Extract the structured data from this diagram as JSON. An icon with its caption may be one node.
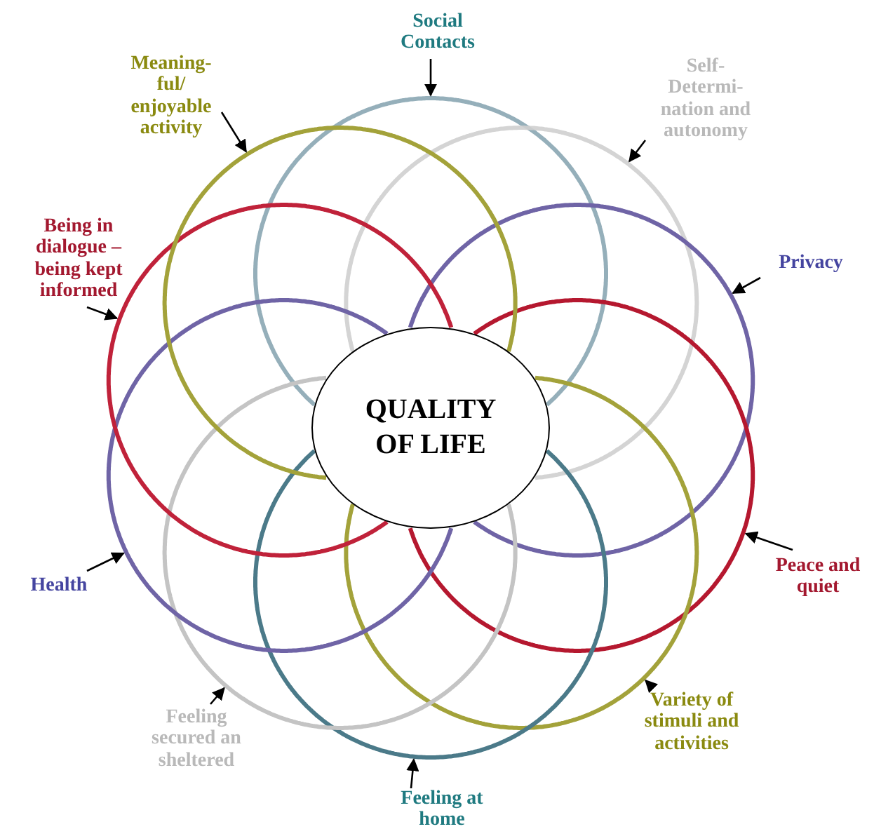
{
  "diagram": {
    "nodes": [
      {
        "text": [
          "QUALITY OF LIFE"
        ]
      },
      {
        "text": [
          "Social Contacts"
        ]
      },
      {
        "text": [
          "Self-Determi-nation and autonomy"
        ]
      },
      {
        "text": [
          "Privacy"
        ]
      },
      {
        "text": [
          "Peace and quiet"
        ]
      },
      {
        "text": [
          "Variety of stimuli and activities"
        ]
      },
      {
        "text": [
          "Feeling at home"
        ]
      },
      {
        "text": [
          "Feeling secured an sheltered"
        ]
      },
      {
        "text": [
          "Health"
        ]
      },
      {
        "text": [
          "Being in dialogue – being kept informed"
        ]
      },
      {
        "text": [
          "Meaning-ful/ enjoyable activity"
        ]
      },
      {
        "text": [],
        "shape": "circle"
      },
      {
        "text": [],
        "shape": "circle"
      },
      {
        "text": [],
        "shape": "circle"
      },
      {
        "text": [],
        "shape": "circle"
      },
      {
        "text": [],
        "shape": "circle"
      },
      {
        "text": [],
        "shape": "circle"
      },
      {
        "text": [],
        "shape": "circle"
      },
      {
        "text": [],
        "shape": "circle"
      },
      {
        "text": [],
        "shape": "circle"
      },
      {
        "text": [],
        "shape": "circle"
      }
    ],
    "edges": [
      {
        "from": 1,
        "to": 11,
        "arrow": "to"
      },
      {
        "from": 2,
        "to": 12,
        "arrow": "to"
      },
      {
        "from": 3,
        "to": 13,
        "arrow": "to"
      },
      {
        "from": 4,
        "to": 14,
        "arrow": "to"
      },
      {
        "from": 5,
        "to": 15,
        "arrow": "to"
      },
      {
        "from": 6,
        "to": 16,
        "arrow": "to"
      },
      {
        "from": 7,
        "to": 17,
        "arrow": "to"
      },
      {
        "from": 8,
        "to": 18,
        "arrow": "to"
      },
      {
        "from": 9,
        "to": 19,
        "arrow": "to"
      },
      {
        "from": 10,
        "to": 20,
        "arrow": "to"
      }
    ]
  }
}
